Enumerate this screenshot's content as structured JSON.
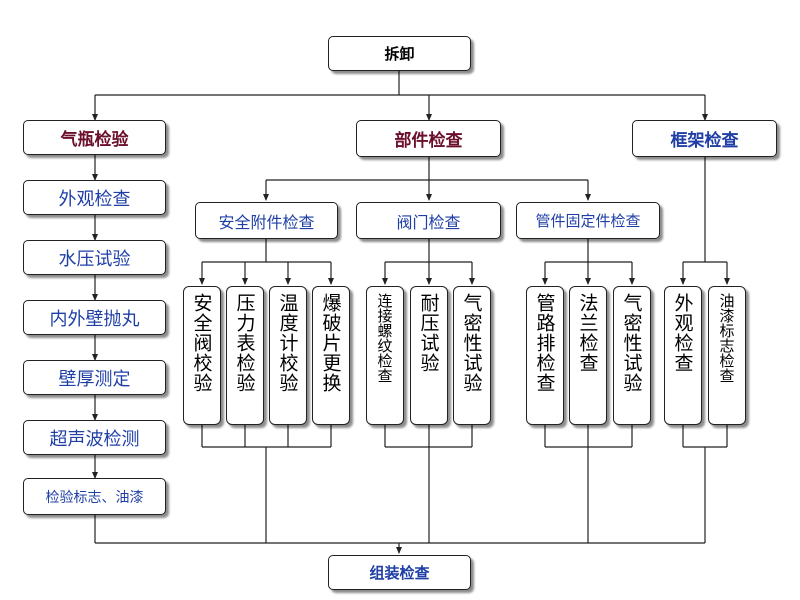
{
  "top": {
    "label": "拆卸"
  },
  "bottom": {
    "label": "组装检查"
  },
  "gas_cylinder": {
    "label": "气瓶检验",
    "steps": [
      "外观检查",
      "水压试验",
      "内外壁抛丸",
      "壁厚测定",
      "超声波检测",
      "检验标志、油漆"
    ]
  },
  "parts": {
    "label": "部件检查",
    "groups": [
      {
        "label": "安全附件检查",
        "items": [
          "安全阀校验",
          "压力表检验",
          "温度计校验",
          "爆破片更换"
        ]
      },
      {
        "label": "阀门检查",
        "items": [
          "连接螺纹检查",
          "耐压试验",
          "气密性试验"
        ]
      },
      {
        "label": "管件固定件检查",
        "items": [
          "管路排检查",
          "法兰检查",
          "气密性试验"
        ]
      }
    ]
  },
  "frame": {
    "label": "框架检查",
    "items": [
      "外观检查",
      "油漆标志检查"
    ]
  },
  "colors": {
    "maroon": "#6b0f2b",
    "blue": "#1f3fa6",
    "line": "#222222"
  }
}
